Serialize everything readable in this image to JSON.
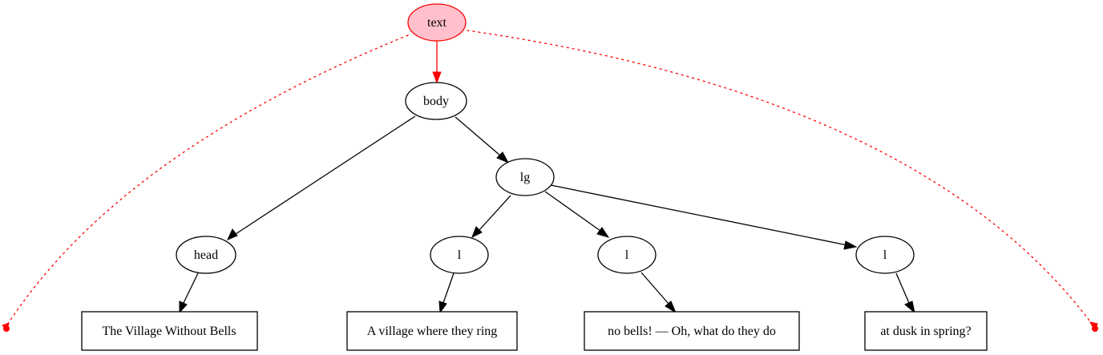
{
  "nodes": {
    "text": "text",
    "body": "body",
    "head": "head",
    "lg": "lg",
    "l1": "l",
    "l2": "l",
    "l3": "l",
    "title_text": "The Village Without Bells",
    "line1_text": "A village where they ring",
    "line2_text": "no bells! — Oh, what do they do",
    "line3_text": "at dusk in spring?"
  },
  "colors": {
    "root_fill": "#ffc0cb",
    "root_stroke": "#ff0000",
    "edge": "#000000"
  }
}
